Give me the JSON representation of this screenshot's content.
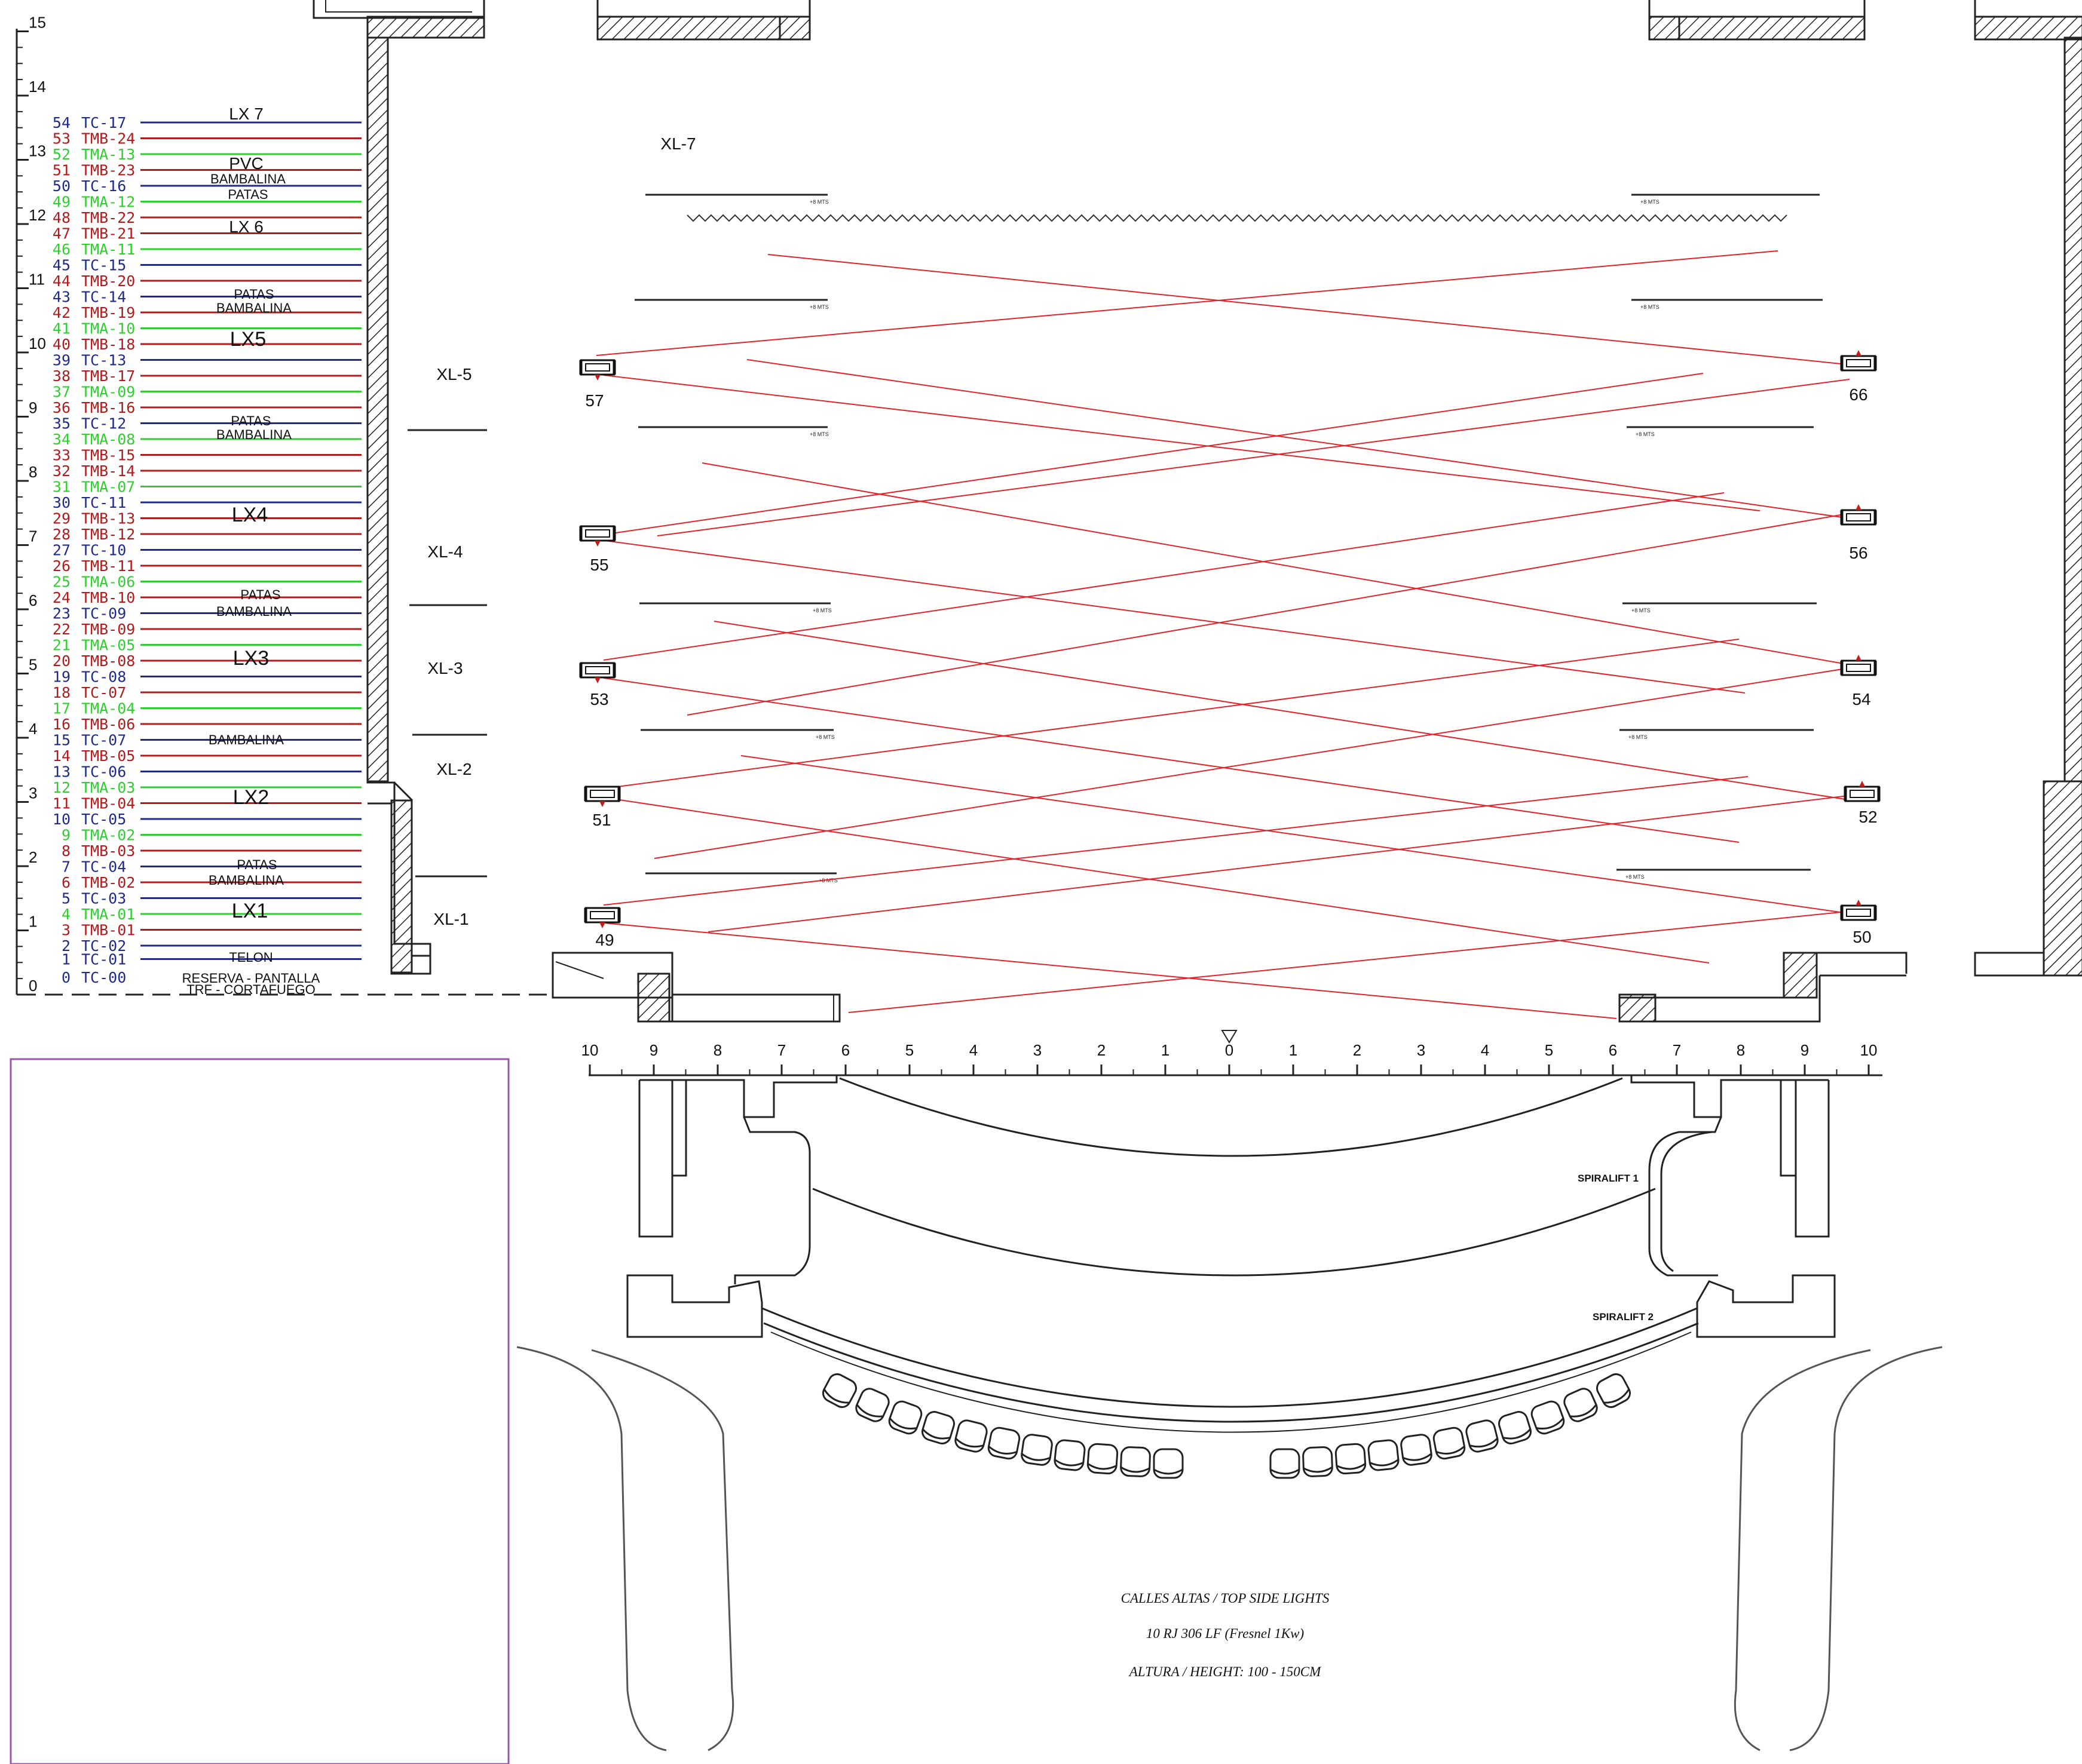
{
  "title": "CALLES ALTAS  /  TOP SIDE  LIGHTS",
  "subtitle": "10 RJ 306 LF (Fresnel 1Kw)",
  "height_note": "ALTURA / HEIGHT:    100 - 150CM",
  "colors": {
    "blue": "#1f2a8a",
    "red": "#b01c1c",
    "green": "#2fcf2f",
    "beam": "#e0242b",
    "frame": "#9a55a8"
  },
  "height_scale": [
    "0",
    "1",
    "2",
    "3",
    "4",
    "5",
    "6",
    "7",
    "8",
    "9",
    "10",
    "11",
    "12",
    "13",
    "14",
    "15"
  ],
  "rods": [
    {
      "num": "54",
      "code": "TC-17",
      "color": "blue"
    },
    {
      "num": "53",
      "code": "TMB-24",
      "color": "red"
    },
    {
      "num": "52",
      "code": "TMA-13",
      "color": "green"
    },
    {
      "num": "51",
      "code": "TMB-23",
      "color": "red"
    },
    {
      "num": "50",
      "code": "TC-16",
      "color": "blue"
    },
    {
      "num": "49",
      "code": "TMA-12",
      "color": "green"
    },
    {
      "num": "48",
      "code": "TMB-22",
      "color": "red"
    },
    {
      "num": "47",
      "code": "TMB-21",
      "color": "red"
    },
    {
      "num": "46",
      "code": "TMA-11",
      "color": "green"
    },
    {
      "num": "45",
      "code": "TC-15",
      "color": "blue"
    },
    {
      "num": "44",
      "code": "TMB-20",
      "color": "red"
    },
    {
      "num": "43",
      "code": "TC-14",
      "color": "blue"
    },
    {
      "num": "42",
      "code": "TMB-19",
      "color": "red"
    },
    {
      "num": "41",
      "code": "TMA-10",
      "color": "green"
    },
    {
      "num": "40",
      "code": "TMB-18",
      "color": "red"
    },
    {
      "num": "39",
      "code": "TC-13",
      "color": "blue"
    },
    {
      "num": "38",
      "code": "TMB-17",
      "color": "red"
    },
    {
      "num": "37",
      "code": "TMA-09",
      "color": "green"
    },
    {
      "num": "36",
      "code": "TMB-16",
      "color": "red"
    },
    {
      "num": "35",
      "code": "TC-12",
      "color": "blue"
    },
    {
      "num": "34",
      "code": "TMA-08",
      "color": "green"
    },
    {
      "num": "33",
      "code": "TMB-15",
      "color": "red"
    },
    {
      "num": "32",
      "code": "TMB-14",
      "color": "red"
    },
    {
      "num": "31",
      "code": "TMA-07",
      "color": "green"
    },
    {
      "num": "30",
      "code": "TC-11",
      "color": "blue"
    },
    {
      "num": "29",
      "code": "TMB-13",
      "color": "red"
    },
    {
      "num": "28",
      "code": "TMB-12",
      "color": "red"
    },
    {
      "num": "27",
      "code": "TC-10",
      "color": "blue"
    },
    {
      "num": "26",
      "code": "TMB-11",
      "color": "red"
    },
    {
      "num": "25",
      "code": "TMA-06",
      "color": "green"
    },
    {
      "num": "24",
      "code": "TMB-10",
      "color": "red"
    },
    {
      "num": "23",
      "code": "TC-09",
      "color": "blue"
    },
    {
      "num": "22",
      "code": "TMB-09",
      "color": "red"
    },
    {
      "num": "21",
      "code": "TMA-05",
      "color": "green"
    },
    {
      "num": "20",
      "code": "TMB-08",
      "color": "red"
    },
    {
      "num": "19",
      "code": "TC-08",
      "color": "blue"
    },
    {
      "num": "18",
      "code": "TC-07",
      "color": "red"
    },
    {
      "num": "17",
      "code": "TMA-04",
      "color": "green"
    },
    {
      "num": "16",
      "code": "TMB-06",
      "color": "red"
    },
    {
      "num": "15",
      "code": "TC-07",
      "color": "blue"
    },
    {
      "num": "14",
      "code": "TMB-05",
      "color": "red"
    },
    {
      "num": "13",
      "code": "TC-06",
      "color": "blue"
    },
    {
      "num": "12",
      "code": "TMA-03",
      "color": "green"
    },
    {
      "num": "11",
      "code": "TMB-04",
      "color": "red"
    },
    {
      "num": "10",
      "code": "TC-05",
      "color": "blue"
    },
    {
      "num": "9",
      "code": "TMA-02",
      "color": "green"
    },
    {
      "num": "8",
      "code": "TMB-03",
      "color": "red"
    },
    {
      "num": "7",
      "code": "TC-04",
      "color": "blue"
    },
    {
      "num": "6",
      "code": "TMB-02",
      "color": "red"
    },
    {
      "num": "5",
      "code": "TC-03",
      "color": "blue"
    },
    {
      "num": "4",
      "code": "TMA-01",
      "color": "green"
    },
    {
      "num": "3",
      "code": "TMB-01",
      "color": "red"
    },
    {
      "num": "2",
      "code": "TC-02",
      "color": "blue"
    },
    {
      "num": "1",
      "code": "TC-01",
      "color": "blue"
    },
    {
      "num": "0",
      "code": "TC-00",
      "color": "blue"
    }
  ],
  "bar_labels": [
    "LX 7",
    "PVC",
    "BAMBALINA",
    "PATAS",
    "LX 6",
    "PATAS",
    "BAMBALINA",
    "LX5",
    "PATAS",
    "BAMBALINA",
    "LX4",
    "PATAS",
    "BAMBALINA",
    "LX3",
    "BAMBALINA",
    "LX2",
    "PATAS",
    "BAMBALINA",
    "LX1",
    "TELON",
    "RESERVA - PANTALLA",
    "TRF - CORTAFUEGO"
  ],
  "xl_labels": [
    "XL-7",
    "XL-5",
    "XL-4",
    "XL-3",
    "XL-2",
    "XL-1"
  ],
  "fixtures": [
    "57",
    "66",
    "55",
    "56",
    "53",
    "54",
    "51",
    "52",
    "49",
    "50"
  ],
  "ruler_left": [
    "10",
    "9",
    "8",
    "7",
    "6",
    "5",
    "4",
    "3",
    "2",
    "1"
  ],
  "ruler_center": "0",
  "ruler_right": [
    "1",
    "2",
    "3",
    "4",
    "5",
    "6",
    "7",
    "8",
    "9",
    "10"
  ],
  "spiralift_labels": [
    "SPIRALIFT 1",
    "SPIRALIFT 2"
  ],
  "small_mark": "+8 MTS"
}
